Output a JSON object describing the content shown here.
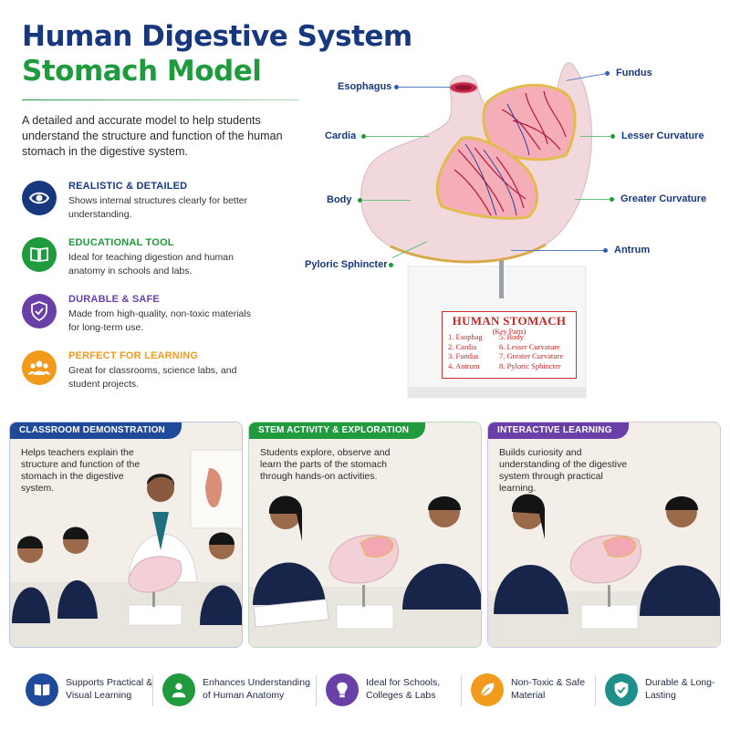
{
  "header": {
    "title_line1": "Human Digestive System",
    "title_line2": "Stomach Model",
    "intro": "A detailed and accurate model to help students understand the structure and function of the human stomach in the digestive system."
  },
  "features": [
    {
      "icon": "eye-icon",
      "heading": "REALISTIC & DETAILED",
      "text": "Shows internal structures clearly for better understanding.",
      "color": "#17387e"
    },
    {
      "icon": "book-icon",
      "heading": "EDUCATIONAL TOOL",
      "text": "Ideal for teaching digestion and human anatomy in schools and labs.",
      "color": "#1f9a3d"
    },
    {
      "icon": "shield-icon",
      "heading": "DURABLE & SAFE",
      "text": "Made from high-quality, non-toxic materials for long-term use.",
      "color": "#6a3fa8"
    },
    {
      "icon": "group-icon",
      "heading": "PERFECT FOR LEARNING",
      "text": "Great for classrooms, science labs, and student projects.",
      "color": "#f29a1c"
    }
  ],
  "labels": {
    "esophagus": "Esophagus",
    "fundus": "Fundus",
    "cardia": "Cardia",
    "lesser_curvature": "Lesser Curvature",
    "body": "Body",
    "greater_curvature": "Greater Curvature",
    "antrum": "Antrum",
    "pyloric_sphincter": "Pyloric Sphincter"
  },
  "placard": {
    "title": "HUMAN STOMACH",
    "subtitle": "(Key Parts)",
    "left": [
      "1. Esophag",
      "2. Cardia",
      "3. Fundus",
      "4. Antrum"
    ],
    "right": [
      "5. Body",
      "6. Lesser Curvature",
      "7. Greater Curvature",
      "8. Pyloric Sphincter"
    ]
  },
  "panels": [
    {
      "tag": "CLASSROOM DEMONSTRATION",
      "text": "Helps teachers explain the structure and function of the stomach in the digestive system.",
      "color": "#1f4a9a"
    },
    {
      "tag": "STEM ACTIVITY & EXPLORATION",
      "text": "Students explore, observe and learn the parts of the stomach through hands-on activities.",
      "color": "#1f9a3d"
    },
    {
      "tag": "INTERACTIVE LEARNING",
      "text": "Builds curiosity and understanding of the digestive system through practical learning.",
      "color": "#6a3fa8"
    }
  ],
  "bottom": [
    {
      "icon": "book-icon",
      "text": "Supports Practical & Visual Learning",
      "color": "#1f4a9a"
    },
    {
      "icon": "person-icon",
      "text": "Enhances Understanding of Human Anatomy",
      "color": "#1f9a3d"
    },
    {
      "icon": "lightbulb-icon",
      "text": "Ideal for Schools, Colleges & Labs",
      "color": "#6a3fa8"
    },
    {
      "icon": "leaf-icon",
      "text": "Non-Toxic & Safe Material",
      "color": "#f29a1c"
    },
    {
      "icon": "shield-check-icon",
      "text": "Durable & Long-Lasting",
      "color": "#1f8f8a"
    }
  ]
}
